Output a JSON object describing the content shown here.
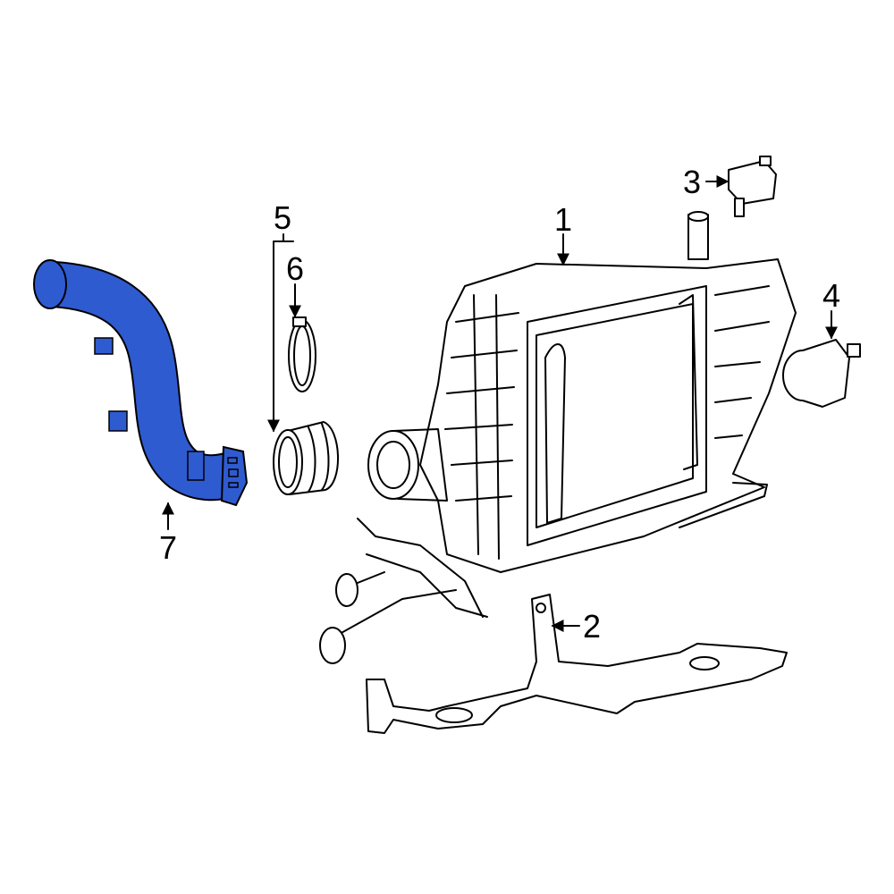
{
  "diagram": {
    "highlight_color": "#2f5bd0",
    "callouts": [
      {
        "number": "1",
        "part": "intercooler"
      },
      {
        "number": "2",
        "part": "bracket"
      },
      {
        "number": "3",
        "part": "sensor"
      },
      {
        "number": "4",
        "part": "valve"
      },
      {
        "number": "5",
        "part": "hose-coupler"
      },
      {
        "number": "6",
        "part": "clamp"
      },
      {
        "number": "7",
        "part": "intercooler-hose",
        "highlighted": true
      }
    ]
  }
}
